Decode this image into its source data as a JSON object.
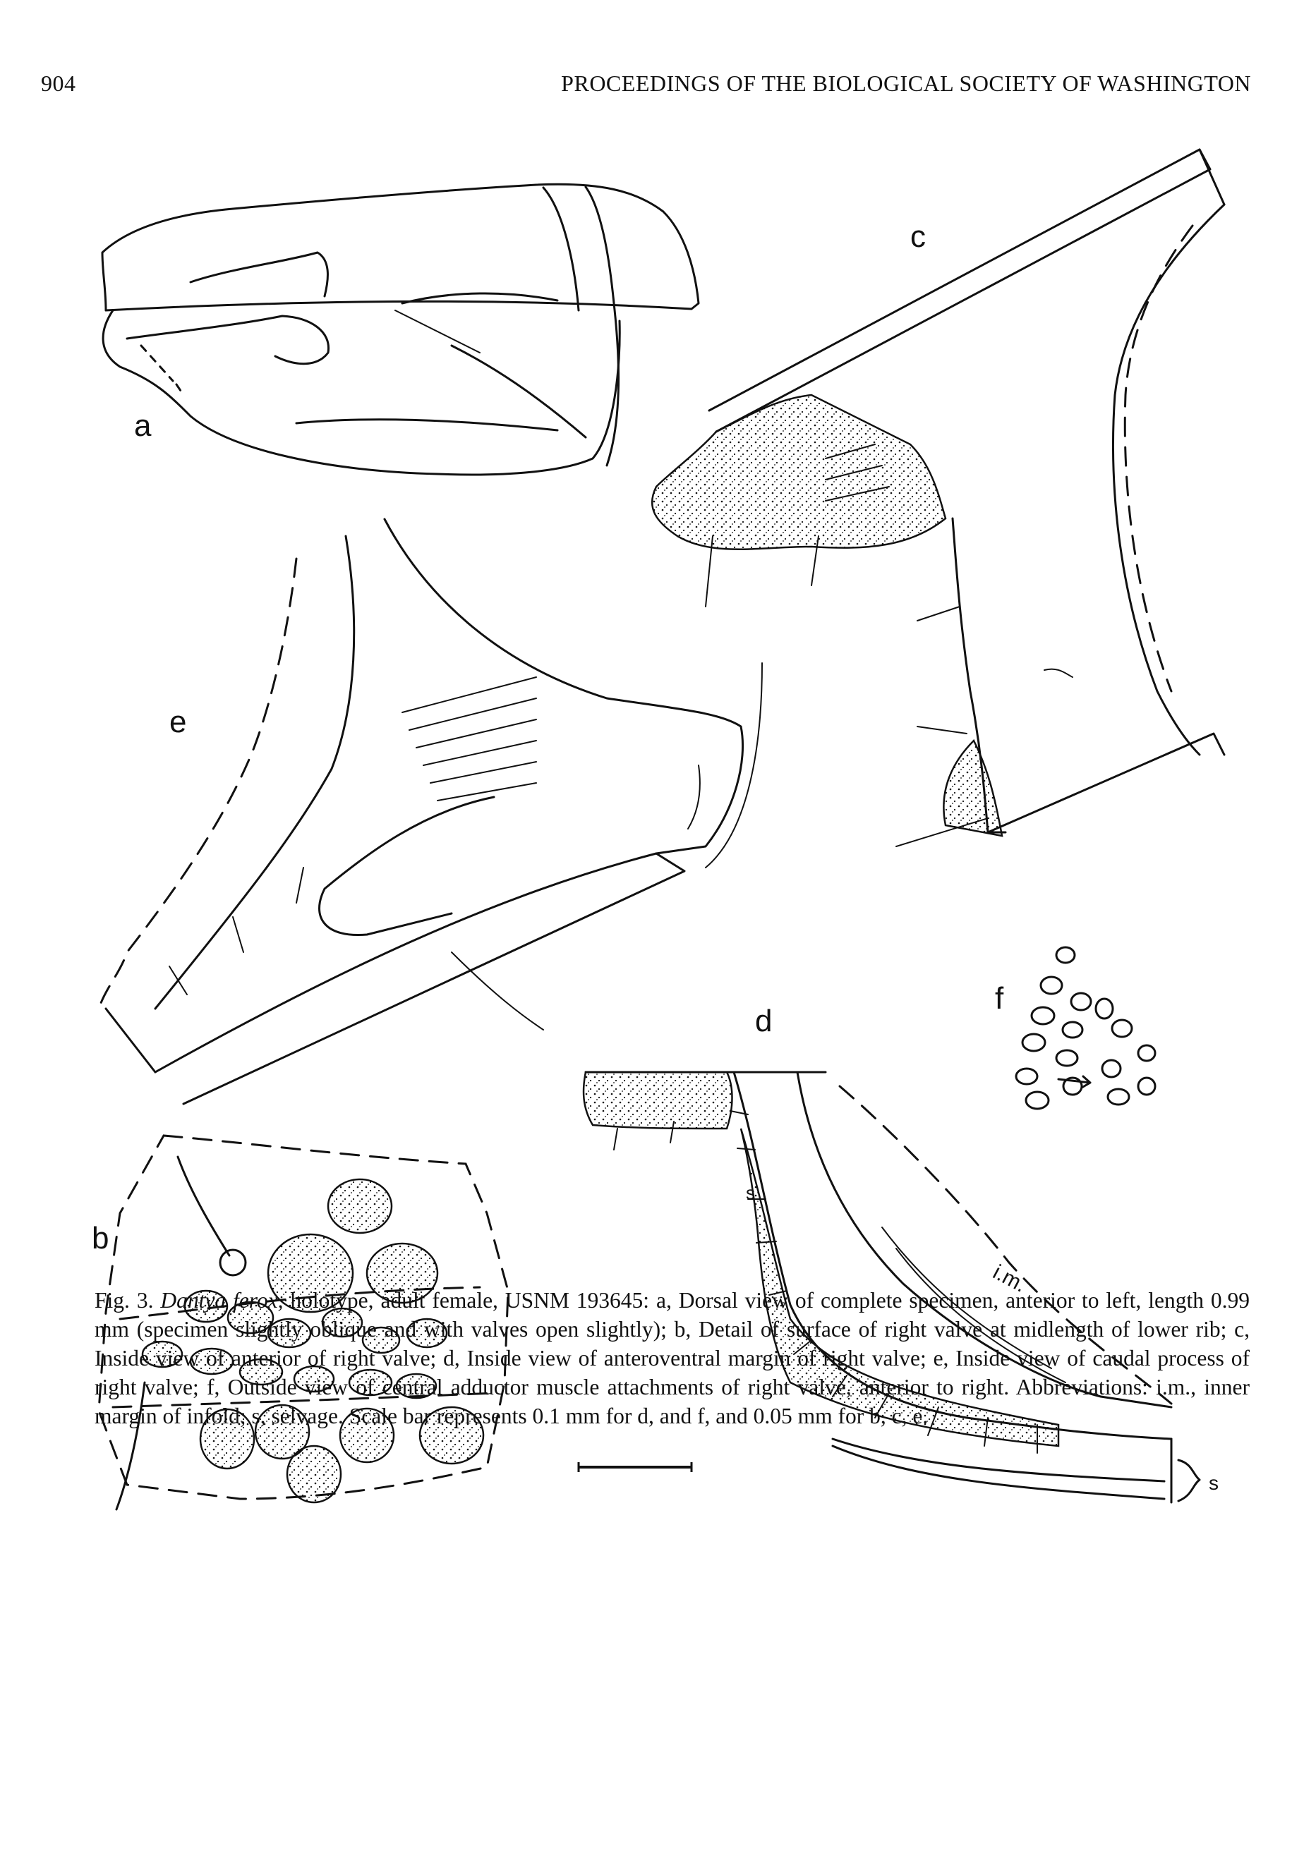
{
  "header": {
    "page_number": "904",
    "journal_title": "PROCEEDINGS OF THE BIOLOGICAL SOCIETY OF WASHINGTON"
  },
  "figure": {
    "panels": {
      "a": "a",
      "b": "b",
      "c": "c",
      "d": "d",
      "e": "e",
      "f": "f"
    },
    "labels": {
      "inner_margin": "i.m.",
      "selvage_1": "s",
      "selvage_2": "s"
    }
  },
  "caption": {
    "fig_label": "Fig. 3.",
    "species": "Dantya ferox,",
    "text": "holotype, adult female, USNM 193645: a, Dorsal view of complete specimen, anterior to left, length 0.99 mm (specimen slightly oblique and with valves open slightly); b, Detail of surface of right valve at midlength of lower rib; c, Inside view of anterior of right valve; d, Inside view of anteroventral margin of right valve; e, Inside view of caudal process of right valve; f, Outside view of central adductor muscle attachments of right valve, anterior to right. Abbreviations: i.m., inner margin of infold; s, selvage. Scale bar represents 0.1 mm for d, and f, and 0.05 mm for b, c, e."
  }
}
